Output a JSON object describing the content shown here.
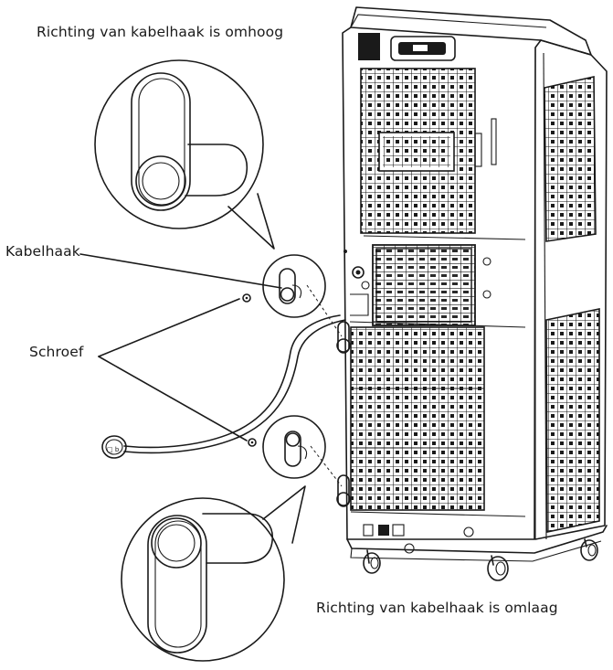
{
  "labels": {
    "top": "Richting van kabelhaak is omhoog",
    "bottom": "Richting van kabelhaak is omlaag",
    "hook": "Kabelhaak",
    "screw": "Schroef"
  }
}
